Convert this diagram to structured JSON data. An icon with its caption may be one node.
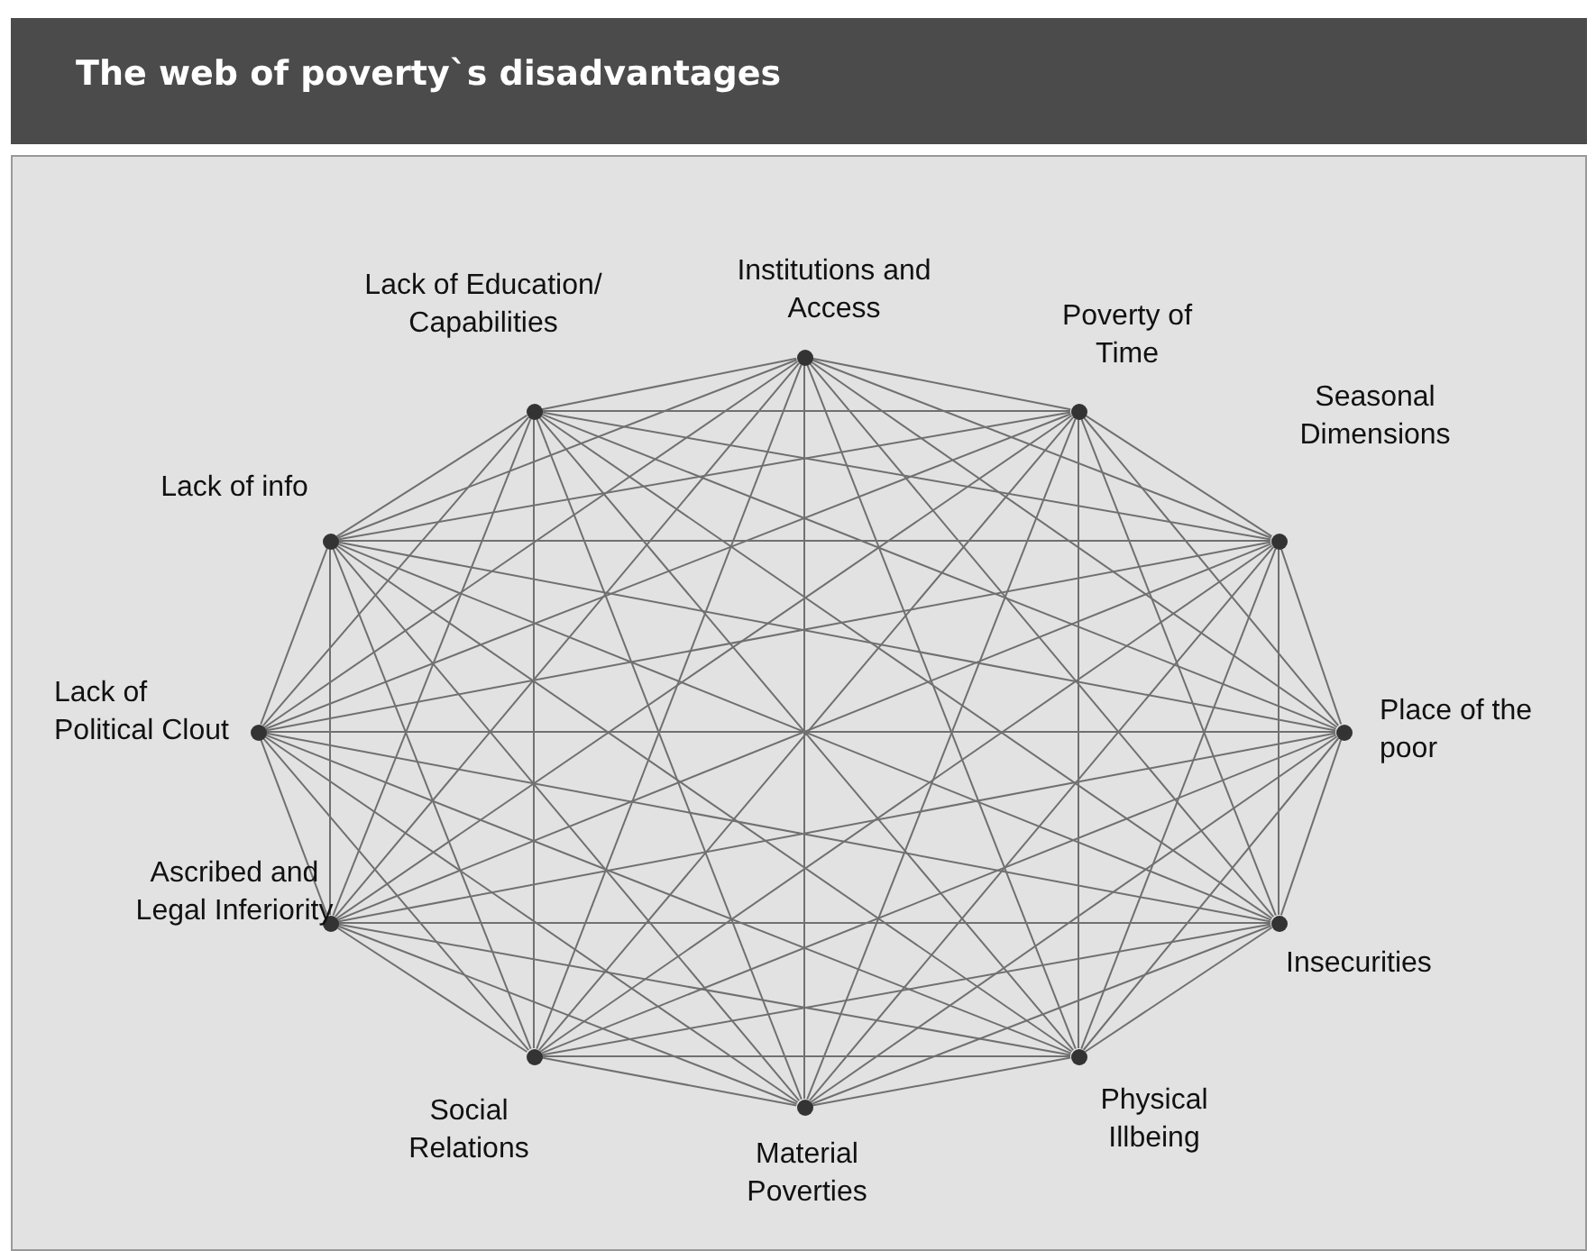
{
  "diagram": {
    "title": "The web of poverty`s disadvantages",
    "nodes": [
      {
        "text": [],
        "shape": "circle",
        "beside": [
          "Institutions and Access"
        ]
      },
      {
        "text": [],
        "shape": "circle",
        "beside": [
          "Poverty of Time"
        ]
      },
      {
        "text": [],
        "shape": "circle",
        "beside": [
          "Seasonal Dimensions"
        ]
      },
      {
        "text": [],
        "shape": "circle",
        "beside": [
          "Place of the poor"
        ]
      },
      {
        "text": [],
        "shape": "circle",
        "beside": [
          "Insecurities"
        ]
      },
      {
        "text": [],
        "shape": "circle",
        "beside": [
          "Physical Illbeing"
        ]
      },
      {
        "text": [],
        "shape": "circle",
        "beside": [
          "Material Poverties"
        ]
      },
      {
        "text": [],
        "shape": "circle",
        "beside": [
          "Social Relations"
        ]
      },
      {
        "text": [],
        "shape": "circle",
        "beside": [
          "Ascribed and Legal Inferiority"
        ]
      },
      {
        "text": [],
        "shape": "circle",
        "beside": [
          "Lack of Political Clout"
        ]
      },
      {
        "text": [],
        "shape": "circle",
        "beside": [
          "Lack of info"
        ]
      },
      {
        "text": [],
        "shape": "circle",
        "beside": [
          "Lack of Education/ Capabilities"
        ]
      }
    ],
    "edges": [
      {
        "from": 0,
        "to": 1,
        "arrow": "none"
      },
      {
        "from": 0,
        "to": 2,
        "arrow": "none"
      },
      {
        "from": 0,
        "to": 3,
        "arrow": "none"
      },
      {
        "from": 0,
        "to": 4,
        "arrow": "none"
      },
      {
        "from": 0,
        "to": 5,
        "arrow": "none"
      },
      {
        "from": 0,
        "to": 6,
        "arrow": "none"
      },
      {
        "from": 0,
        "to": 7,
        "arrow": "none"
      },
      {
        "from": 0,
        "to": 8,
        "arrow": "none"
      },
      {
        "from": 0,
        "to": 9,
        "arrow": "none"
      },
      {
        "from": 0,
        "to": 10,
        "arrow": "none"
      },
      {
        "from": 0,
        "to": 11,
        "arrow": "none"
      },
      {
        "from": 1,
        "to": 2,
        "arrow": "none"
      },
      {
        "from": 1,
        "to": 3,
        "arrow": "none"
      },
      {
        "from": 1,
        "to": 4,
        "arrow": "none"
      },
      {
        "from": 1,
        "to": 5,
        "arrow": "none"
      },
      {
        "from": 1,
        "to": 6,
        "arrow": "none"
      },
      {
        "from": 1,
        "to": 7,
        "arrow": "none"
      },
      {
        "from": 1,
        "to": 8,
        "arrow": "none"
      },
      {
        "from": 1,
        "to": 9,
        "arrow": "none"
      },
      {
        "from": 1,
        "to": 10,
        "arrow": "none"
      },
      {
        "from": 1,
        "to": 11,
        "arrow": "none"
      },
      {
        "from": 2,
        "to": 3,
        "arrow": "none"
      },
      {
        "from": 2,
        "to": 4,
        "arrow": "none"
      },
      {
        "from": 2,
        "to": 5,
        "arrow": "none"
      },
      {
        "from": 2,
        "to": 6,
        "arrow": "none"
      },
      {
        "from": 2,
        "to": 7,
        "arrow": "none"
      },
      {
        "from": 2,
        "to": 8,
        "arrow": "none"
      },
      {
        "from": 2,
        "to": 9,
        "arrow": "none"
      },
      {
        "from": 2,
        "to": 10,
        "arrow": "none"
      },
      {
        "from": 2,
        "to": 11,
        "arrow": "none"
      },
      {
        "from": 3,
        "to": 4,
        "arrow": "none"
      },
      {
        "from": 3,
        "to": 5,
        "arrow": "none"
      },
      {
        "from": 3,
        "to": 6,
        "arrow": "none"
      },
      {
        "from": 3,
        "to": 7,
        "arrow": "none"
      },
      {
        "from": 3,
        "to": 8,
        "arrow": "none"
      },
      {
        "from": 3,
        "to": 9,
        "arrow": "none"
      },
      {
        "from": 3,
        "to": 10,
        "arrow": "none"
      },
      {
        "from": 3,
        "to": 11,
        "arrow": "none"
      },
      {
        "from": 4,
        "to": 5,
        "arrow": "none"
      },
      {
        "from": 4,
        "to": 6,
        "arrow": "none"
      },
      {
        "from": 4,
        "to": 7,
        "arrow": "none"
      },
      {
        "from": 4,
        "to": 8,
        "arrow": "none"
      },
      {
        "from": 4,
        "to": 9,
        "arrow": "none"
      },
      {
        "from": 4,
        "to": 10,
        "arrow": "none"
      },
      {
        "from": 4,
        "to": 11,
        "arrow": "none"
      },
      {
        "from": 5,
        "to": 6,
        "arrow": "none"
      },
      {
        "from": 5,
        "to": 7,
        "arrow": "none"
      },
      {
        "from": 5,
        "to": 8,
        "arrow": "none"
      },
      {
        "from": 5,
        "to": 9,
        "arrow": "none"
      },
      {
        "from": 5,
        "to": 10,
        "arrow": "none"
      },
      {
        "from": 5,
        "to": 11,
        "arrow": "none"
      },
      {
        "from": 6,
        "to": 7,
        "arrow": "none"
      },
      {
        "from": 6,
        "to": 8,
        "arrow": "none"
      },
      {
        "from": 6,
        "to": 9,
        "arrow": "none"
      },
      {
        "from": 6,
        "to": 10,
        "arrow": "none"
      },
      {
        "from": 6,
        "to": 11,
        "arrow": "none"
      },
      {
        "from": 7,
        "to": 8,
        "arrow": "none"
      },
      {
        "from": 7,
        "to": 9,
        "arrow": "none"
      },
      {
        "from": 7,
        "to": 10,
        "arrow": "none"
      },
      {
        "from": 7,
        "to": 11,
        "arrow": "none"
      },
      {
        "from": 8,
        "to": 9,
        "arrow": "none"
      },
      {
        "from": 8,
        "to": 10,
        "arrow": "none"
      },
      {
        "from": 8,
        "to": 11,
        "arrow": "none"
      },
      {
        "from": 9,
        "to": 10,
        "arrow": "none"
      },
      {
        "from": 9,
        "to": 11,
        "arrow": "none"
      },
      {
        "from": 10,
        "to": 11,
        "arrow": "none"
      }
    ]
  }
}
